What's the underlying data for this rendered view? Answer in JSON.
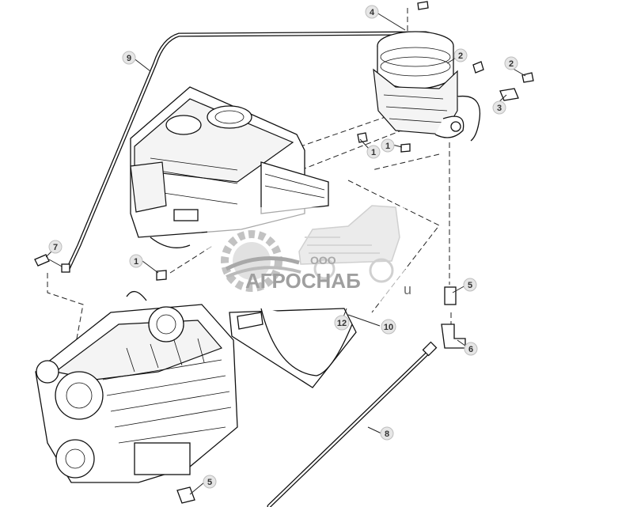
{
  "callouts": [
    {
      "id": "c1a",
      "label": "1"
    },
    {
      "id": "c1b",
      "label": "1"
    },
    {
      "id": "c1c",
      "label": "1"
    },
    {
      "id": "c2a",
      "label": "2"
    },
    {
      "id": "c2b",
      "label": "2"
    },
    {
      "id": "c3",
      "label": "3"
    },
    {
      "id": "c4",
      "label": "4"
    },
    {
      "id": "c5a",
      "label": "5"
    },
    {
      "id": "c5b",
      "label": "5"
    },
    {
      "id": "c6",
      "label": "6"
    },
    {
      "id": "c7",
      "label": "7"
    },
    {
      "id": "c8",
      "label": "8"
    },
    {
      "id": "c9",
      "label": "9"
    },
    {
      "id": "c10",
      "label": "10"
    },
    {
      "id": "c12",
      "label": "12"
    }
  ],
  "watermark": {
    "company_prefix": "ООО",
    "company_name": "АГРОСНАБ",
    "suffix": "u",
    "colors": {
      "primary": "#9a9a9a",
      "light": "#cfcfcf"
    }
  }
}
